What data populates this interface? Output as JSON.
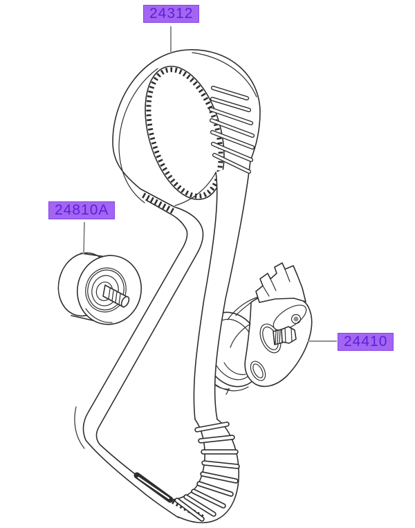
{
  "colors": {
    "background": "#ffffff",
    "line": "#2e2e2e",
    "leader": "#8f8f8f",
    "label_bg": "#a365f2",
    "label_text": "#5b21d9",
    "label_border": "#8247e5"
  },
  "parts": [
    {
      "id": "24312",
      "label": "24312",
      "name": "timing-belt"
    },
    {
      "id": "24810A",
      "label": "24810A",
      "name": "idler-pulley"
    },
    {
      "id": "24410",
      "label": "24410",
      "name": "tensioner-assembly"
    }
  ]
}
